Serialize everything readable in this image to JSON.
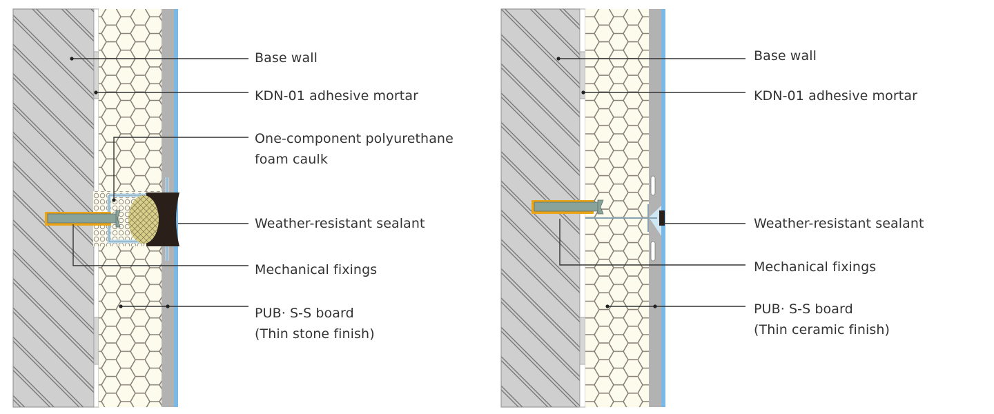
{
  "left_panel": {
    "finish": "Thin stone finish",
    "labels": {
      "base_wall": "Base wall",
      "adhesive": "KDN-01 adhesive mortar",
      "foam_line1": "One-component polyurethane",
      "foam_line2": "foam caulk",
      "sealant": "Weather-resistant sealant",
      "fixings": "Mechanical fixings",
      "board_line1": "PUB· S-S board",
      "board_line2": "(Thin stone finish)"
    }
  },
  "right_panel": {
    "finish": "Thin ceramic finish",
    "labels": {
      "base_wall": "Base wall",
      "adhesive": "KDN-01 adhesive mortar",
      "sealant": "Weather-resistant sealant",
      "fixings": "Mechanical fixings",
      "board_line1": "PUB· S-S board",
      "board_line2": "(Thin ceramic finish)"
    }
  },
  "colors": {
    "wall": "#cfcfcf",
    "hatch": "#6e6e6e",
    "insulation": "#fdfcec",
    "hex_stroke": "#8a8178",
    "finish_gray": "#b2b2b2",
    "finish_blue": "#7ab8e6",
    "leader": "#333333",
    "anchor_sleeve": "#e8a51a",
    "screw": "#8aa39a",
    "bracket": "#b8d8ec",
    "sealant": "#2b1f1a",
    "backer_rod": "#d8cf8a"
  }
}
